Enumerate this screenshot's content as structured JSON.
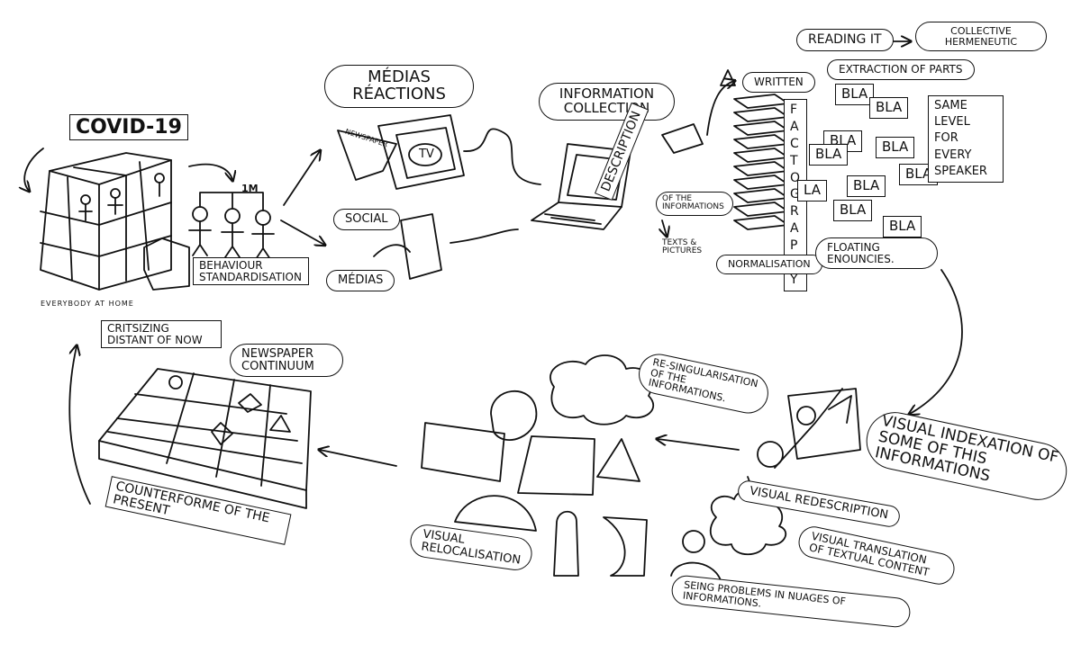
{
  "stages": {
    "covid": {
      "title": "COVID-19",
      "caption": "EVERYBODY AT HOME",
      "badge": "1M"
    },
    "behaviour": {
      "label": "BEHAVIOUR STANDARDISATION"
    },
    "medias_reactions": {
      "label": "MÉDIAS RÉACTIONS",
      "newspaper": "NEWSPAPER",
      "tv": "TV"
    },
    "social_medias": {
      "social": "SOCIAL",
      "medias": "MÉDIAS"
    },
    "information_collection": {
      "label": "INFORMATION COLLECTION"
    },
    "description": {
      "label": "DESCRIPTION",
      "of_info": "OF THE INFORMATIONS",
      "texts": "TEXTS & PICTURES"
    },
    "factography": {
      "written": "WRITTEN",
      "factography": "FACTOGRAPHY",
      "normalisation": "NORMALISATION"
    },
    "hermeneutic": {
      "reading": "READING IT",
      "collective": "COLLECTIVE HERMENEUTIC",
      "extraction": "EXTRACTION OF PARTS",
      "same_level": "SAME LEVEL FOR EVERY SPEAKER",
      "floating": "FLOATING ENOUNCIES.",
      "bla": [
        "BLA",
        "BLA",
        "BLA",
        "BLA",
        "BLA",
        "BLA",
        "BLA",
        "BLA",
        "BLA",
        "LA"
      ]
    },
    "visual_indexation": {
      "main": "VISUAL INDEXATION OF SOME OF THIS INFORMATIONS",
      "redescription": "VISUAL REDESCRIPTION",
      "translation": "VISUAL TRANSLATION OF TEXTUAL CONTENT",
      "problems": "SEING PROBLEMS IN NUAGES OF INFORMATIONS."
    },
    "resingularisation": {
      "label": "RE-SINGULARISATION OF THE INFORMATIONS."
    },
    "relocalisation": {
      "label": "VISUAL RELOCALISATION"
    },
    "continuum": {
      "newspaper": "NEWSPAPER CONTINUUM",
      "critsizing": "CRITSIZING DISTANT OF NOW",
      "counterforme": "COUNTERFORME OF THE PRESENT"
    }
  },
  "colors": {
    "ink": "#111111",
    "paper": "#ffffff"
  }
}
